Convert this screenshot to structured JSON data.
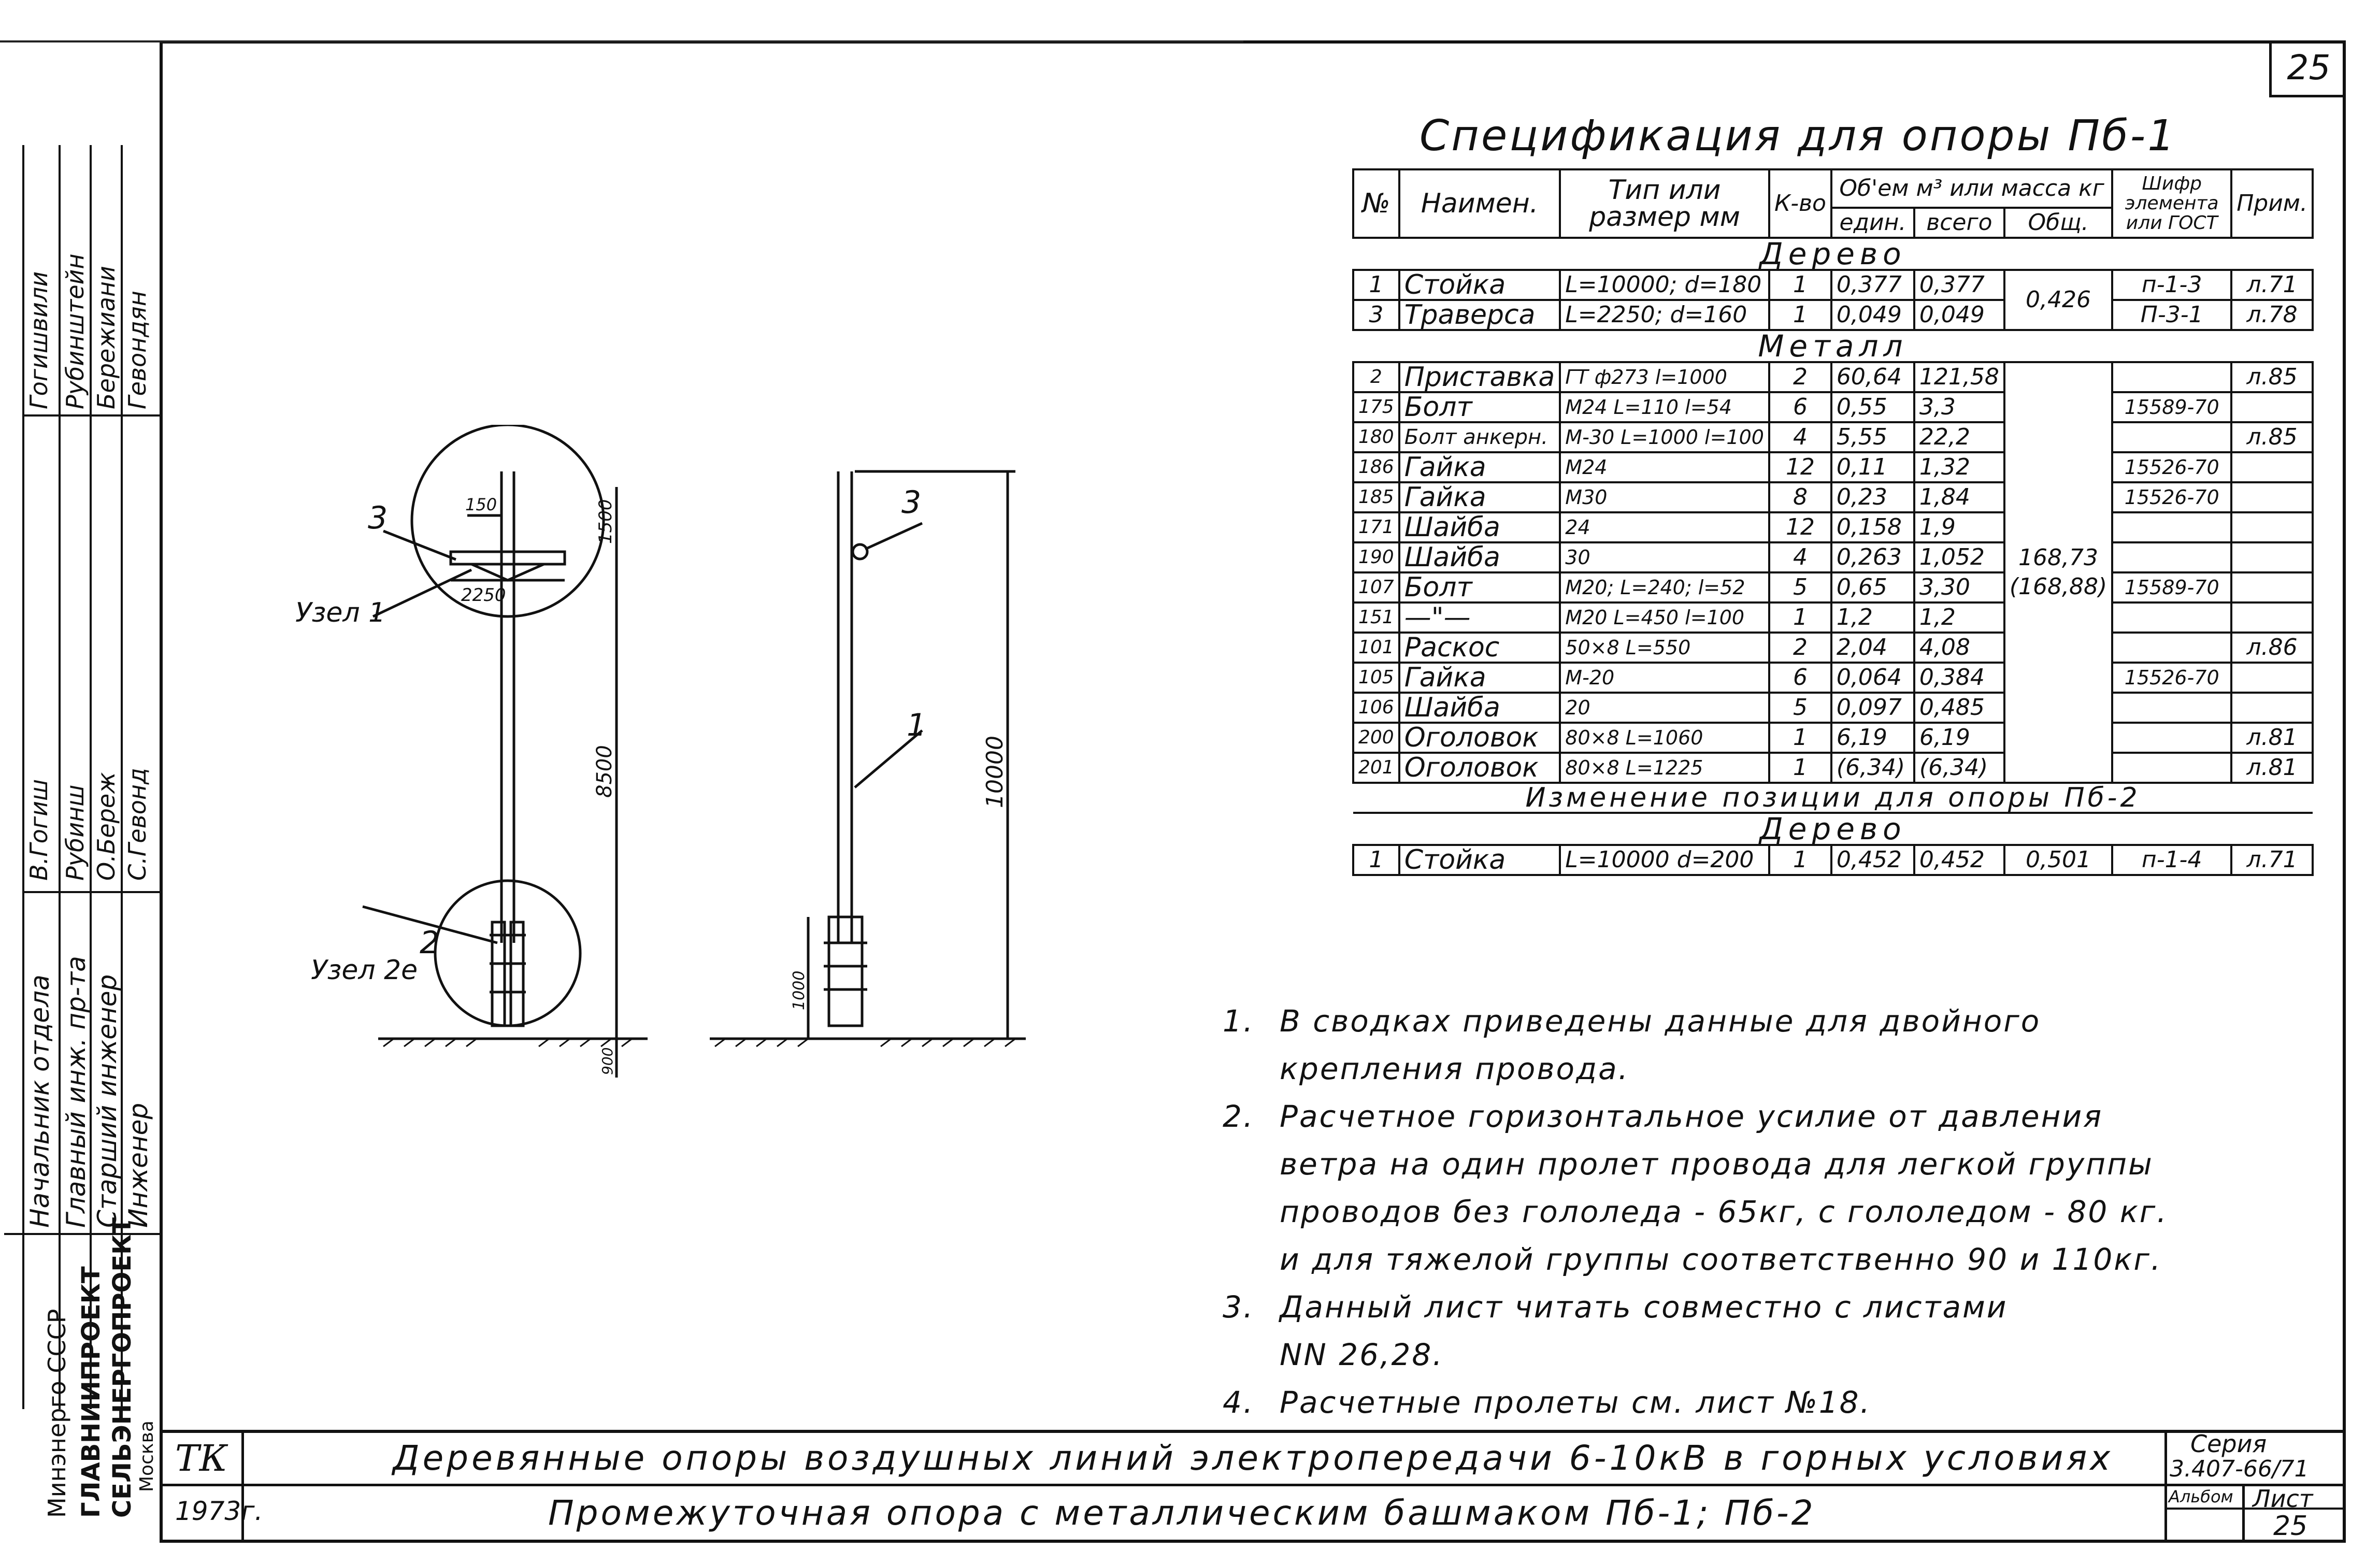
{
  "sheet_number": "25",
  "side_stamp": {
    "roles": [
      "Начальник отдела",
      "Главный инж. пр-та",
      "Старший инженер",
      "Инженер"
    ],
    "names": [
      "Гогишвили",
      "Рубинштейн",
      "Бережиани",
      "Гевондян"
    ],
    "signatures": [
      "В.Гогиш",
      "Рубинш",
      "О.Береж",
      "С.Гевонд"
    ],
    "org_line1": "Минэнерго СССР",
    "org_line2": "ГЛАВНИИПРОЕКТ",
    "org_line3": "СЕЛЬЭНЕРГОПРОЕКТ",
    "org_city": "Москва"
  },
  "spec": {
    "title": "Спецификация для опоры Пб-1",
    "headers": {
      "num": "№",
      "name": "Наимен.",
      "type": "Тип или размер мм",
      "qty": "К-во",
      "volume": "Об'ем м³ или масса кг",
      "unit": "един.",
      "total": "всего",
      "common": "Общ.",
      "code": "Шифр элемента или ГОСТ",
      "note": "Прим."
    },
    "section_wood": "Дерево",
    "wood_rows": [
      {
        "num": "1",
        "name": "Стойка",
        "type": "L=10000; d=180",
        "qty": "1",
        "unit": "0,377",
        "total": "0,377",
        "code": "п-1-3",
        "note": "л.71"
      },
      {
        "num": "3",
        "name": "Траверса",
        "type": "L=2250; d=160",
        "qty": "1",
        "unit": "0,049",
        "total": "0,049",
        "code": "П-3-1",
        "note": "л.78"
      }
    ],
    "wood_common": "0,426",
    "section_metal": "Металл",
    "metal_rows": [
      {
        "num": "2",
        "name": "Приставка",
        "type": "ГТ ф273 l=1000",
        "qty": "2",
        "unit": "60,64",
        "total": "121,58",
        "code": "",
        "note": "л.85"
      },
      {
        "num": "175",
        "name": "Болт",
        "type": "М24 L=110 l=54",
        "qty": "6",
        "unit": "0,55",
        "total": "3,3",
        "code": "15589-70",
        "note": ""
      },
      {
        "num": "180",
        "name": "Болт анкерн.",
        "type": "М-30 L=1000 l=100",
        "qty": "4",
        "unit": "5,55",
        "total": "22,2",
        "code": "",
        "note": "л.85"
      },
      {
        "num": "186",
        "name": "Гайка",
        "type": "М24",
        "qty": "12",
        "unit": "0,11",
        "total": "1,32",
        "code": "15526-70",
        "note": ""
      },
      {
        "num": "185",
        "name": "Гайка",
        "type": "М30",
        "qty": "8",
        "unit": "0,23",
        "total": "1,84",
        "code": "15526-70",
        "note": ""
      },
      {
        "num": "171",
        "name": "Шайба",
        "type": "24",
        "qty": "12",
        "unit": "0,158",
        "total": "1,9",
        "code": "",
        "note": ""
      },
      {
        "num": "190",
        "name": "Шайба",
        "type": "30",
        "qty": "4",
        "unit": "0,263",
        "total": "1,052",
        "code": "",
        "note": ""
      },
      {
        "num": "107",
        "name": "Болт",
        "type": "М20; L=240; l=52",
        "qty": "5",
        "unit": "0,65",
        "total": "3,30",
        "code": "15589-70",
        "note": ""
      },
      {
        "num": "151",
        "name": "—\"—",
        "type": "М20 L=450 l=100",
        "qty": "1",
        "unit": "1,2",
        "total": "1,2",
        "code": "",
        "note": ""
      },
      {
        "num": "101",
        "name": "Раскос",
        "type": "50×8 L=550",
        "qty": "2",
        "unit": "2,04",
        "total": "4,08",
        "code": "",
        "note": "л.86"
      },
      {
        "num": "105",
        "name": "Гайка",
        "type": "М-20",
        "qty": "6",
        "unit": "0,064",
        "total": "0,384",
        "code": "15526-70",
        "note": ""
      },
      {
        "num": "106",
        "name": "Шайба",
        "type": "20",
        "qty": "5",
        "unit": "0,097",
        "total": "0,485",
        "code": "",
        "note": ""
      },
      {
        "num": "200",
        "name": "Оголовок",
        "type": "80×8 L=1060",
        "qty": "1",
        "unit": "6,19",
        "total": "6,19",
        "code": "",
        "note": "л.81"
      },
      {
        "num": "201",
        "name": "Оголовок",
        "type": "80×8 L=1225",
        "qty": "1",
        "unit": "(6,34)",
        "total": "(6,34)",
        "code": "",
        "note": "л.81"
      }
    ],
    "metal_common": "168,73",
    "metal_common_alt": "(168,88)",
    "change_line": "Изменение позиции для опоры Пб-2",
    "section_wood2": "Дерево",
    "wood2_rows": [
      {
        "num": "1",
        "name": "Стойка",
        "type": "L=10000 d=200",
        "qty": "1",
        "unit": "0,452",
        "total": "0,452",
        "common": "0,501",
        "code": "п-1-4",
        "note": "л.71"
      }
    ]
  },
  "drawing": {
    "label_node1": "Узел 1",
    "label_node2": "Узел 2е",
    "callout_1": "1",
    "callout_2": "2",
    "callout_3a": "3",
    "callout_3b": "3",
    "dim_150": "150",
    "dim_1500": "1500",
    "dim_2250": "2250",
    "dim_8500": "8500",
    "dim_900": "900",
    "dim_1000": "1000",
    "dim_10000": "10000"
  },
  "notes": [
    {
      "num": "1.",
      "lines": [
        "В сводках приведены данные для двойного",
        "крепления провода."
      ]
    },
    {
      "num": "2.",
      "lines": [
        "Расчетное горизонтальное усилие от давления",
        "ветра на один пролет провода для легкой группы",
        "проводов без гололеда - 65кг, с гололедом - 80 кг.",
        "и для тяжелой группы соответственно 90 и 110кг."
      ]
    },
    {
      "num": "3.",
      "lines": [
        "Данный лист читать совместно с листами",
        "NN 26,28."
      ]
    },
    {
      "num": "4.",
      "lines": [
        "Расчетные пролеты см. лист №18."
      ]
    }
  ],
  "title_block": {
    "code": "ТК",
    "year": "1973г.",
    "title": "Деревянные опоры воздушных линий электропередачи 6-10кВ в горных условиях",
    "subtitle": "Промежуточная опора с металлическим башмаком Пб-1; Пб-2",
    "series_label": "Серия",
    "series_value": "3.407-66/71",
    "album_label": "Альбом",
    "sheet_label": "Лист",
    "sheet_value": "25"
  }
}
